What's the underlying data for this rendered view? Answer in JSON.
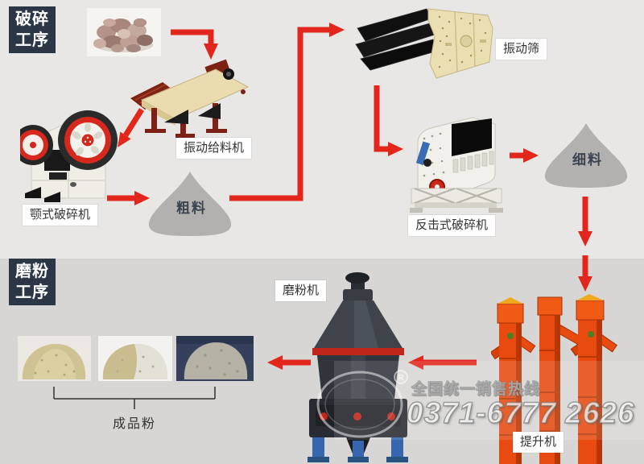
{
  "sections": {
    "crushing": {
      "title": "破碎\n工序"
    },
    "grinding": {
      "title": "磨粉\n工序"
    }
  },
  "labels": {
    "vibrating_feeder": "振动给料机",
    "jaw_crusher": "颚式破碎机",
    "vibrating_screen": "振动筛",
    "impact_crusher": "反击式破碎机",
    "coarse_material": "粗料",
    "fine_material": "细料",
    "grinding_mill": "磨粉机",
    "bucket_elevator": "提升机",
    "finished_powder": "成品粉"
  },
  "watermark": {
    "hotline_label": "全国统一销售热线",
    "phone": "0371-6777 2626",
    "registered_mark": "R"
  },
  "colors": {
    "arrow_red": "#e2261c",
    "section_box_navy": "#2b3647",
    "pile_gray": "#b2b1af",
    "bg_top": "#e8e7e5",
    "bg_bottom": "#d8d6d4",
    "elevator_orange": "#e84a10",
    "mill_charcoal": "#3f444b"
  }
}
